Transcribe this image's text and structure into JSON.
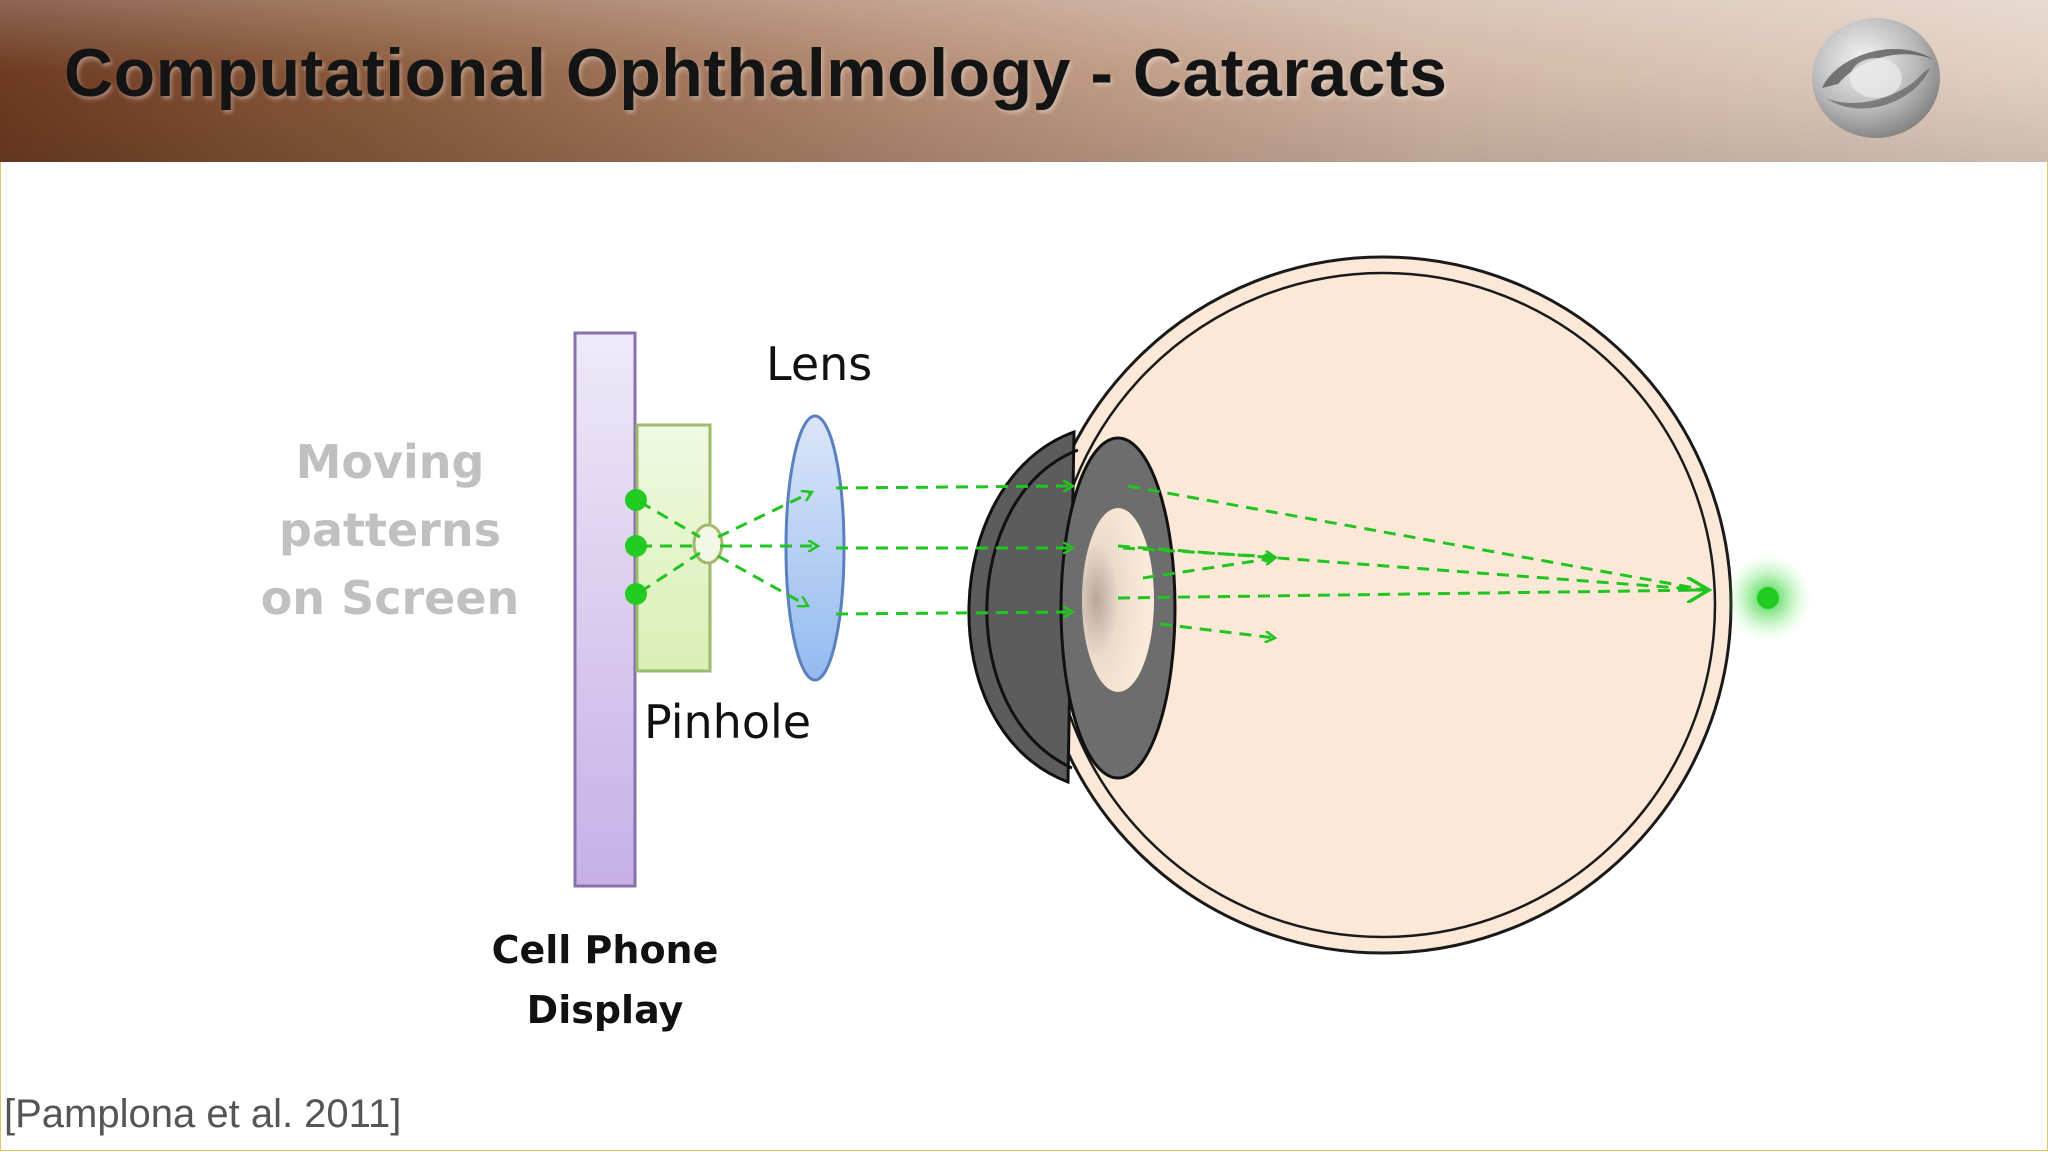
{
  "slide": {
    "title": "Computational Ophthalmology - Cataracts",
    "citation": "[Pamplona et al. 2011]"
  },
  "diagram": {
    "side_text_lines": [
      "Moving",
      "patterns",
      "on Screen"
    ],
    "lens_label": "Lens",
    "pinhole_label": "Pinhole",
    "display_label_lines": [
      "Cell Phone",
      "Display"
    ]
  },
  "colors": {
    "ray": "#22c422",
    "display": "#d4c3ef",
    "pinhole_block": "#e2f3c3",
    "lens": "#b3cdf3",
    "eye_fill": "#fbe8d6",
    "cornea": "#5f5f5f"
  },
  "icons": {
    "logo": "institution-logo-swoosh-icon"
  }
}
